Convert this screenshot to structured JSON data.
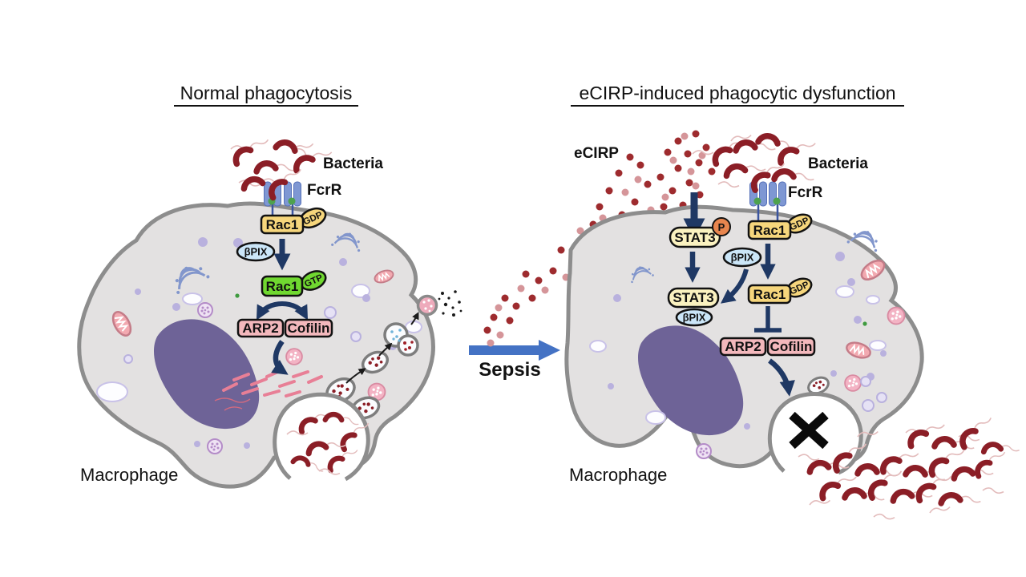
{
  "titles": {
    "left": "Normal phagocytosis",
    "right": "eCIRP-induced phagocytic dysfunction"
  },
  "labels": {
    "bacteria": "Bacteria",
    "receptor": "FcrR",
    "ecirp": "eCIRP",
    "sepsis": "Sepsis",
    "macrophage": "Macrophage"
  },
  "molecules": {
    "rac1": "Rac1",
    "gdp": "GDP",
    "gtp": "GTP",
    "bpix": "βPIX",
    "stat3": "STAT3",
    "phospho": "P",
    "arp2": "ARP2",
    "cofilin": "Cofilin"
  },
  "colors": {
    "cell_fill": "#e3e1e1",
    "cell_stroke": "#8d8d8d",
    "nucleus": "#6e6397",
    "arrow_navy": "#1f3864",
    "sepsis_arrow_blue": "#4472c4",
    "bacteria_red": "#8b1e26",
    "ecirp_dot_dark": "#9e2b2e",
    "ecirp_dot_light": "#d59599",
    "rac1_yellow": "#f6d67c",
    "gtp_green": "#70d830",
    "stat3_yellow": "#fbf2c0",
    "phospho_orange": "#e8854e",
    "effector_pink": "#f3b8bc",
    "bpix_blue": "#cbe6f8",
    "receptor_blue": "#7e97d3",
    "mito_pink": "#f2a9b0",
    "actin_pink": "#e87f96"
  }
}
